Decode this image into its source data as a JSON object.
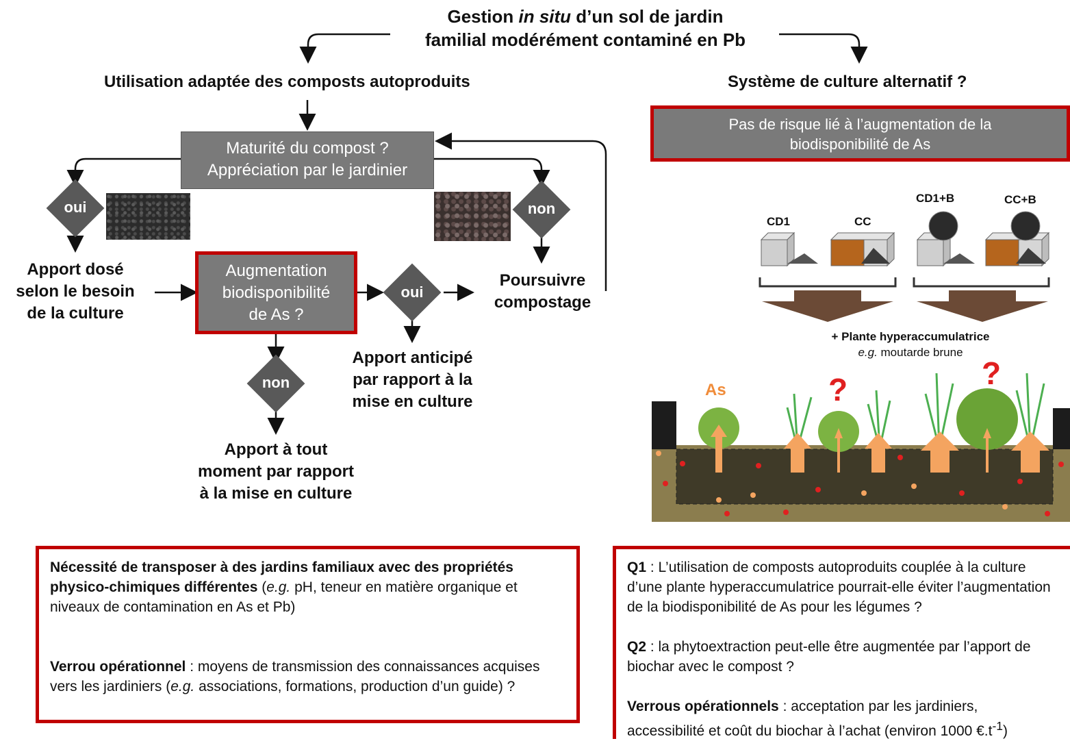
{
  "title": {
    "line1_pre": "Gestion ",
    "line1_italic": "in situ",
    "line1_post": " d’un sol de jardin",
    "line2": "familial modérément contaminé en Pb"
  },
  "left": {
    "heading": "Utilisation adaptée des composts autoproduits",
    "maturity_box": {
      "line1": "Maturité du compost ?",
      "line2": "Appréciation par le jardinier"
    },
    "oui_left": "oui",
    "non_right": "non",
    "apport_dose": {
      "line1": "Apport dosé",
      "line2": "selon le besoin",
      "line3": "de la culture"
    },
    "augmentation_box": {
      "line1": "Augmentation",
      "line2": "biodisponibilité",
      "line3": "de As ?"
    },
    "oui_mid": "oui",
    "non_bottom": "non",
    "poursuivre": {
      "line1": "Poursuivre",
      "line2": "compostage"
    },
    "apport_anticipe": {
      "line1": "Apport anticipé",
      "line2": "par rapport à la",
      "line3": "mise en culture"
    },
    "apport_tout": {
      "line1": "Apport à tout",
      "line2": "moment par rapport",
      "line3": "à la mise en culture"
    }
  },
  "right": {
    "heading": "Système de culture alternatif ?",
    "risk_box": {
      "line1": "Pas de risque lié à l’augmentation de la",
      "line2": "biodisponibilité de As"
    },
    "labels": {
      "cd1": "CD1",
      "cc": "CC",
      "cd1b": "CD1+B",
      "ccb": "CC+B"
    },
    "plante": "+ Plante hyperaccumulatrice",
    "eg_italic": "e.g.",
    "eg_rest": " moutarde brune",
    "as_label": "As",
    "question_mark": "?"
  },
  "note_left": {
    "p1_bold": "Nécessité de transposer à des jardins familiaux avec des propriétés physico-chimiques différentes",
    "p1_open": " (",
    "p1_eg": "e.g.",
    "p1_rest": " pH, teneur en matière organique et niveaux de contamination en As et Pb)",
    "p2_bold": "Verrou opérationnel",
    "p2_rest": " : moyens de transmission des connaissances acquises vers les jardiniers (",
    "p2_eg": "e.g.",
    "p2_end": " associations, formations, production d’un guide) ?"
  },
  "note_right": {
    "q1_bold": "Q1",
    "q1_rest": " : L’utilisation de composts autoproduits couplée à la culture d’une plante hyperaccumulatrice pourrait-elle éviter l’augmentation de la biodisponibilité de As pour les légumes ?",
    "q2_bold": "Q2",
    "q2_rest": " : la phytoextraction peut-elle être augmentée par l’apport de biochar avec le compost ?",
    "v_bold": "Verrous opérationnels",
    "v_rest": " : acceptation par les jardiniers, accessibilité et coût du biochar à l’achat (environ 1000 €.t",
    "v_sup": "-1",
    "v_end": ")"
  },
  "colors": {
    "red": "#c00000",
    "grey": "#7a7a7a",
    "diamond": "#595959",
    "orange": "#f4a460",
    "soil": "#8b7d4e"
  }
}
